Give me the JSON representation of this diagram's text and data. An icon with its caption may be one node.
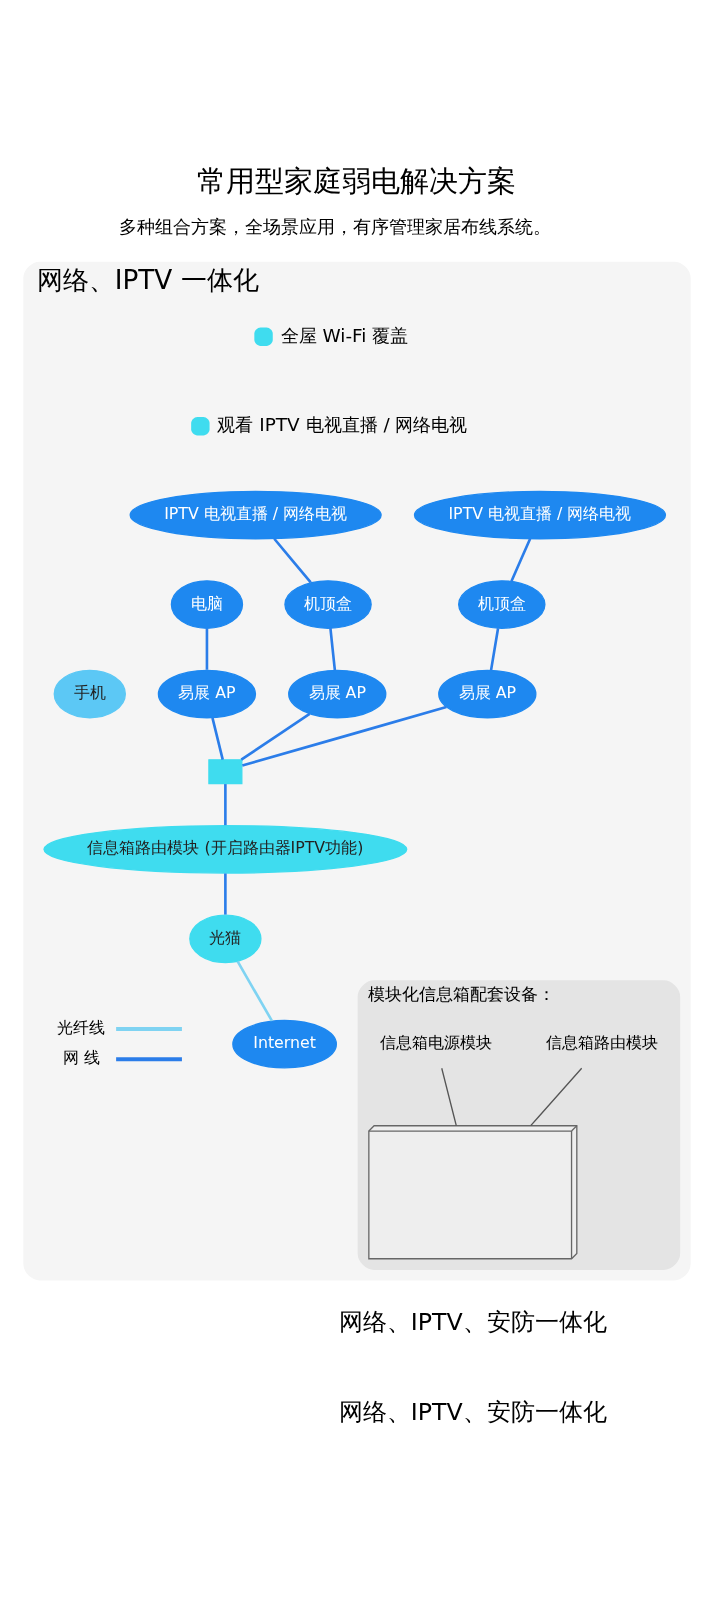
{
  "diagram": {
    "title": "常用型家庭弱电解决方案",
    "nodes": [
      {
        "text": [
          "网络、IPTV 一体化"
        ]
      },
      {
        "text": [
          "IPTV 电视直播 / 网络电视"
        ],
        "in": 0
      },
      {
        "text": [
          "机顶盒"
        ],
        "in": 0
      },
      {
        "text": [
          "易展 AP"
        ],
        "in": 0
      },
      {
        "text": [
          "IPTV 电视直播 / 网络电视"
        ],
        "in": 0
      },
      {
        "text": [
          "机顶盒"
        ],
        "in": 0
      },
      {
        "text": [
          "易展 AP"
        ],
        "in": 0
      },
      {
        "text": [
          "电脑"
        ],
        "in": 0
      },
      {
        "text": [
          "易展 AP"
        ],
        "in": 0
      },
      {
        "text": [
          "手机"
        ],
        "in": 0
      },
      {
        "text": [],
        "shape": "box",
        "in": 0
      },
      {
        "text": [
          "信息箱路由模块 (开启路由器IPTV功能)"
        ],
        "in": 0
      },
      {
        "text": [
          "光猫"
        ],
        "in": 0
      },
      {
        "text": [
          "Internet"
        ],
        "in": 0
      },
      {
        "text": [
          "模块化信息箱配套设备："
        ],
        "in": 0
      },
      {
        "text": [],
        "shape": "picture",
        "in": 14
      },
      {
        "text": [
          "信息箱路由模块"
        ],
        "in": 14
      },
      {
        "text": [
          "信息箱电源模块"
        ],
        "in": 14
      }
    ],
    "edges": [
      {
        "from": 1,
        "to": 2,
        "arrow": "none"
      },
      {
        "from": 2,
        "to": 3,
        "arrow": "none"
      },
      {
        "from": 3,
        "to": 10,
        "arrow": "none"
      },
      {
        "from": 4,
        "to": 5,
        "arrow": "none"
      },
      {
        "from": 5,
        "to": 6,
        "arrow": "none"
      },
      {
        "from": 6,
        "to": 10,
        "arrow": "none"
      },
      {
        "from": 7,
        "to": 8,
        "arrow": "none"
      },
      {
        "from": 8,
        "to": 10,
        "arrow": "none"
      },
      {
        "from": 10,
        "to": 11,
        "arrow": "none"
      },
      {
        "from": 11,
        "to": 12,
        "arrow": "none"
      },
      {
        "from": 12,
        "to": 13,
        "arrow": "none",
        "color": "#7fd3f2"
      },
      {
        "from": 16,
        "to": 15,
        "arrow": "none",
        "color": "#555555"
      },
      {
        "from": 17,
        "to": 15,
        "arrow": "none",
        "color": "#555555"
      }
    ],
    "labels": [
      "多种组合方案，全场景应用，有序管理家居布线系统。",
      "全屋 Wi-Fi 覆盖",
      "观看 IPTV 电视直播 / 网络电视",
      "网络、IPTV、安防一体化",
      "网络、IPTV、安防一体化"
    ],
    "legend": [
      {
        "text": "光纤线"
      },
      {
        "text": "网 线"
      }
    ]
  }
}
